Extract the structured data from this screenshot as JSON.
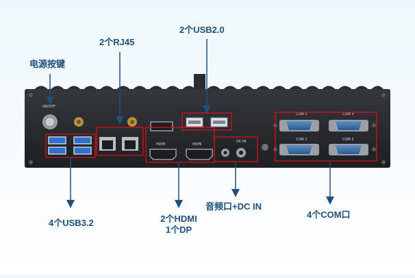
{
  "device": {
    "chassis_color": "#26282c",
    "highlight_color": "#d8101c",
    "arrow_color": "#1f4f7a",
    "panel_labels": {
      "power": "ON/OFF",
      "hdmi": "HDMI",
      "dcin": "DC-IN",
      "com1": "COM 1",
      "com2": "COM 2",
      "com3": "COM 3",
      "com4": "COM 4"
    }
  },
  "callouts": {
    "power": "电源按键",
    "rj45": "2个RJ45",
    "usb20": "2个USB2.0",
    "usb32": "4个USB3.2",
    "hdmi_dp_line1": "2个HDMI",
    "hdmi_dp_line2": "1个DP",
    "audio_dc": "音频口+DC IN",
    "com": "4个COM口"
  }
}
